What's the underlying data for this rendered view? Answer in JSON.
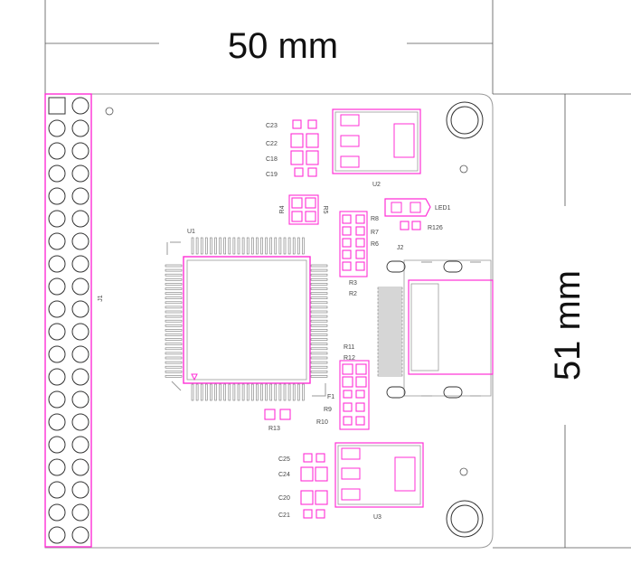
{
  "dimensions": {
    "width_label": "50 mm",
    "height_label": "51 mm"
  },
  "labels": {
    "j1": "J1",
    "u1": "U1",
    "u2": "U2",
    "u3": "U3",
    "j2": "J2",
    "c23": "C23",
    "c22": "C22",
    "c18": "C18",
    "c19": "C19",
    "r4": "R4",
    "r5": "R5",
    "r8": "R8",
    "r7": "R7",
    "r6": "R6",
    "r3": "R3",
    "r2": "R2",
    "led1": "LED1",
    "r126": "R126",
    "r11": "R11",
    "r12": "R12",
    "f1": "F1",
    "r9": "R9",
    "r10": "R10",
    "r13": "R13",
    "c25": "C25",
    "c24": "C24",
    "c20": "C20",
    "c21": "C21"
  },
  "colors": {
    "outline": "#9a9a9a",
    "silk": "#a0a0a0",
    "pad": "#ff2fd6",
    "dim_line": "#555555",
    "text": "#111111"
  }
}
